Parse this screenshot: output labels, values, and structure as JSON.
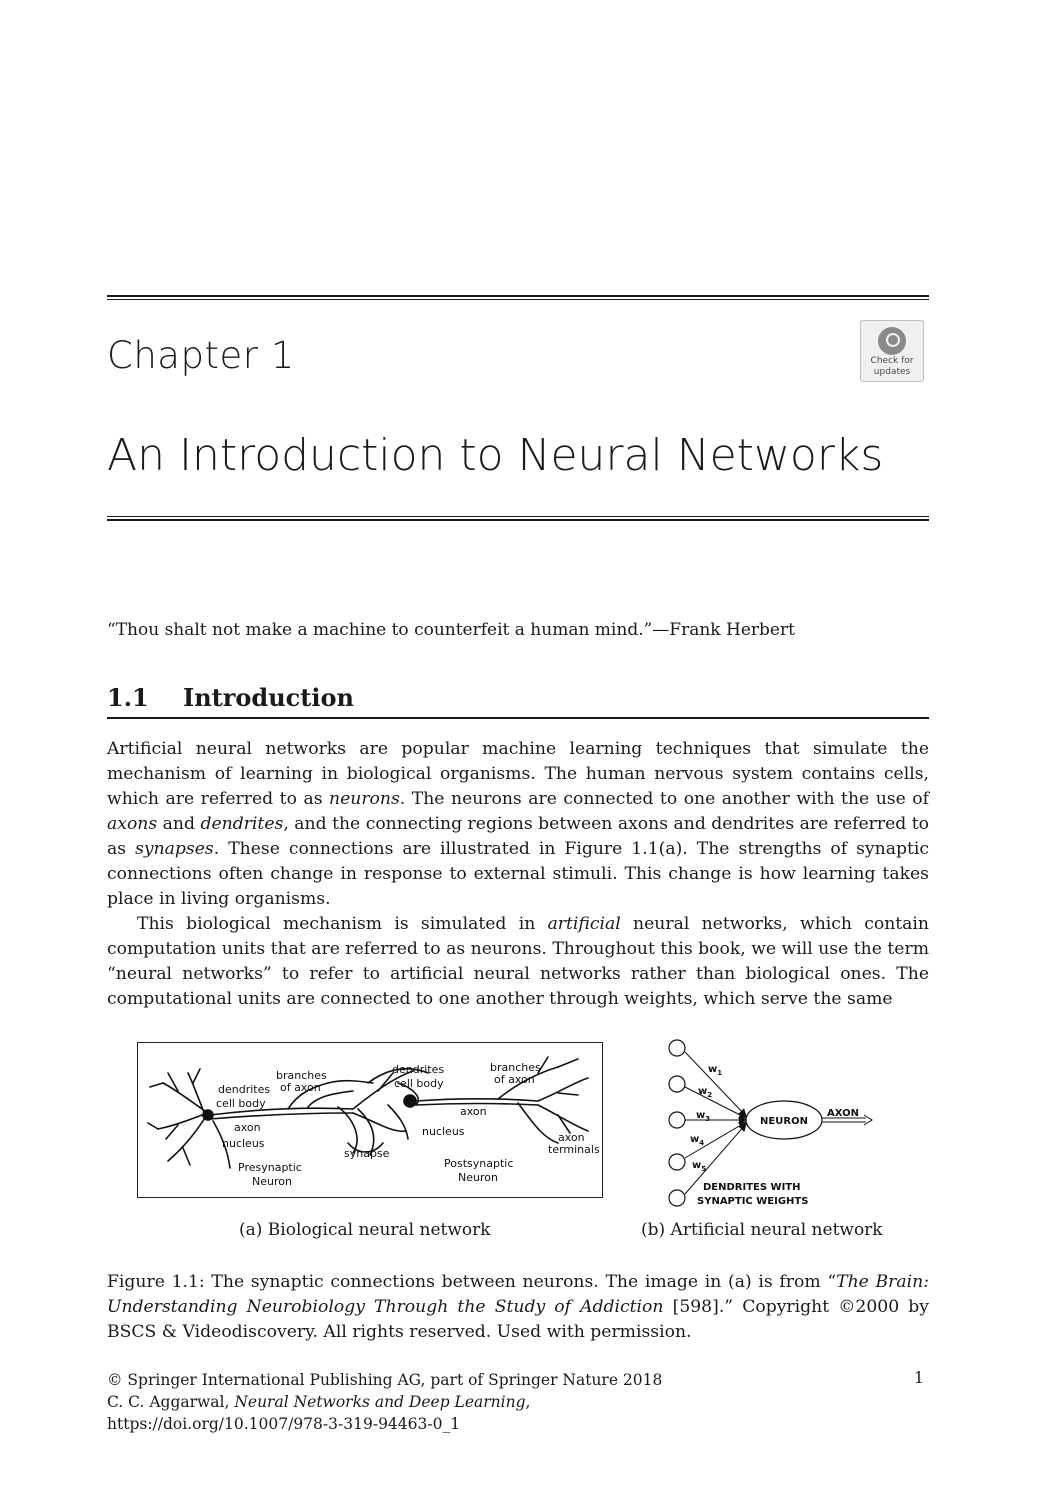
{
  "chapter": {
    "label": "Chapter 1",
    "title": "An Introduction to Neural Networks"
  },
  "badge": {
    "icon": "check-for-updates-icon",
    "line1": "Check for",
    "line2": "updates"
  },
  "epigraph": "“Thou shalt not make a machine to counterfeit a human mind.”—Frank Herbert",
  "section": {
    "number": "1.1",
    "title": "Introduction"
  },
  "paragraph1": {
    "t1": "Artificial neural networks are popular machine learning techniques that simulate the mechanism of learning in biological organisms. The human nervous system contains cells, which are referred to as ",
    "em1": "neurons",
    "t2": ". The neurons are connected to one another with the use of ",
    "em2": "axons",
    "t3": " and ",
    "em3": "dendrites",
    "t4": ", and the connecting regions between axons and dendrites are referred to as ",
    "em4": "synapses",
    "t5": ". These connections are illustrated in Figure 1.1(a). The strengths of synaptic connections often change in response to external stimuli. This change is how learning takes place in living organisms."
  },
  "paragraph2": {
    "t1": "This biological mechanism is simulated in ",
    "em1": "artificial",
    "t2": " neural networks, which contain computation units that are referred to as neurons. Throughout this book, we will use the term “neural networks” to refer to artificial neural networks rather than biological ones. The computational units are connected to one another through weights, which serve the same"
  },
  "figure_a": {
    "labels": {
      "branches_axon_left": "branches",
      "branches_axon_left2": "of axon",
      "dendrites_left": "dendrites",
      "cell_body_left": "cell body",
      "axon_left": "axon",
      "nucleus_left": "nucleus",
      "synapse": "synapse",
      "presynaptic": "Presynaptic",
      "presynaptic2": "Neuron",
      "dendrites_right": "dendrites",
      "cell_body_right": "cell body",
      "axon_right": "axon",
      "nucleus_right": "nucleus",
      "postsynaptic": "Postsynaptic",
      "postsynaptic2": "Neuron",
      "branches_axon_right": "branches",
      "branches_axon_right2": "of axon",
      "axon_terminals": "axon",
      "axon_terminals2": "terminals"
    },
    "caption": "(a) Biological neural network"
  },
  "figure_b": {
    "weights": [
      "w",
      "w",
      "w",
      "w",
      "w"
    ],
    "subscripts": [
      "1",
      "2",
      "3",
      "4",
      "5"
    ],
    "neuron": "NEURON",
    "axon": "AXON",
    "dendrites1": "DENDRITES WITH",
    "dendrites2": "SYNAPTIC WEIGHTS",
    "caption": "(b) Artificial neural network"
  },
  "figure_caption": {
    "t1": "Figure 1.1: The synaptic connections between neurons. The image in (a) is from “",
    "em1": "The Brain: Understanding Neurobiology Through the Study of Addiction",
    "t2": " [598].” Copyright ©2000 by BSCS & Videodiscovery. All rights reserved. Used with permission."
  },
  "footer": {
    "line1": "© Springer International Publishing AG, part of Springer Nature 2018",
    "line2a": "C. C. Aggarwal, ",
    "line2em": "Neural Networks and Deep Learning",
    "line2b": ",",
    "line3": "https://doi.org/10.1007/978-3-319-94463-0_1",
    "page_number": "1"
  }
}
